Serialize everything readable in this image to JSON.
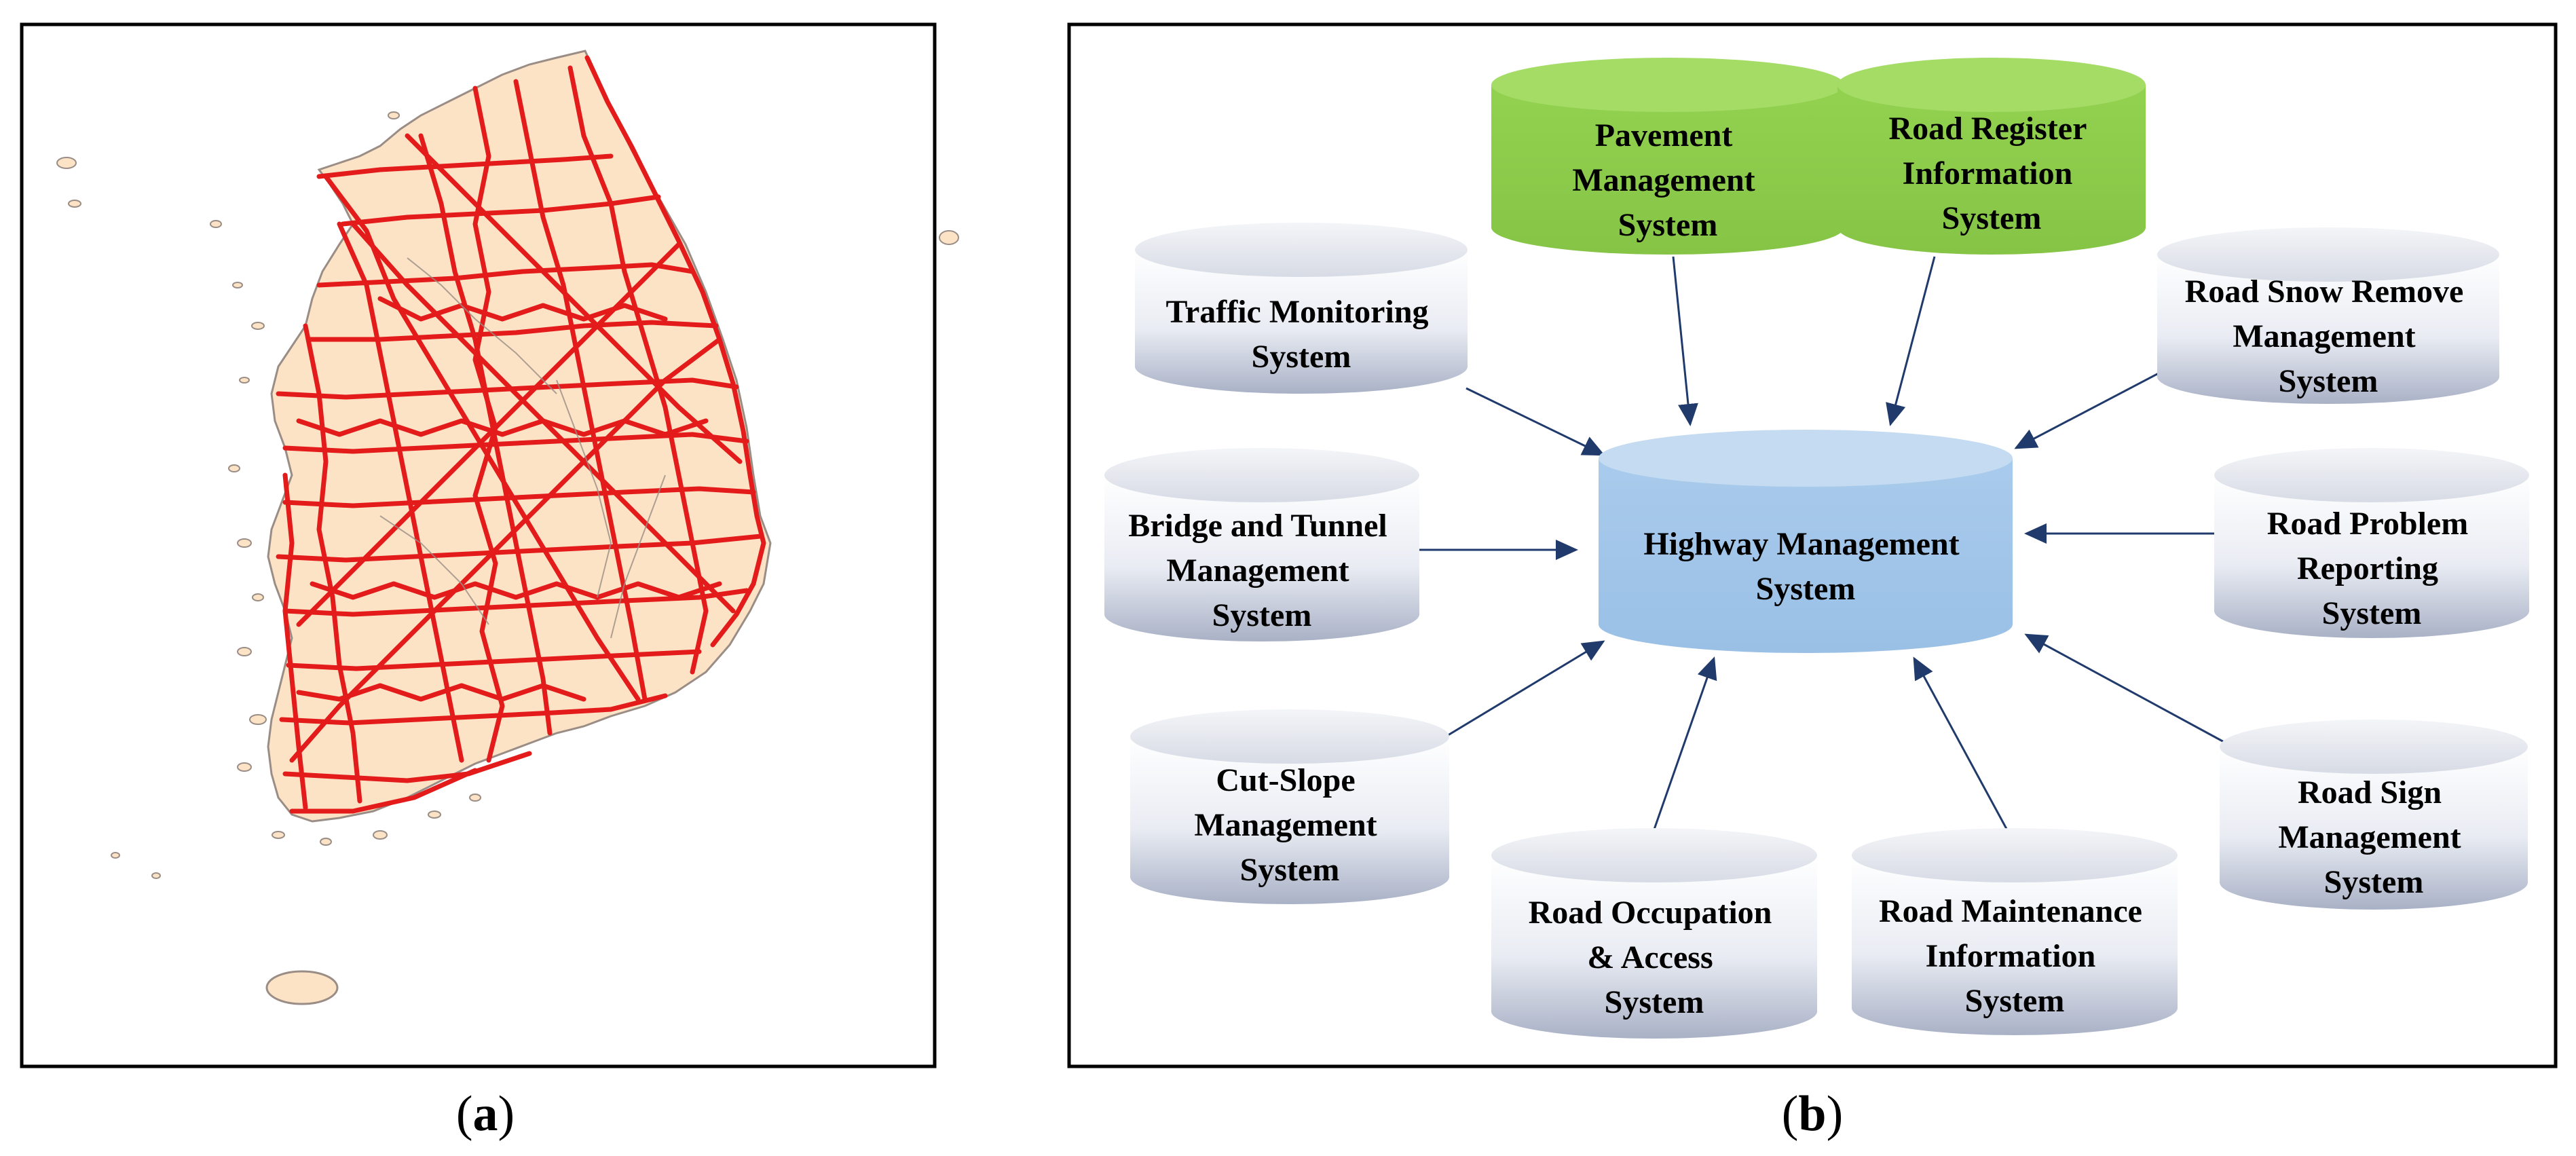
{
  "panel_a": {
    "caption_letter": "a",
    "colors": {
      "land": "#fde3c6",
      "roads": "#e31b1b",
      "coast": "#9a8d86"
    }
  },
  "panel_b": {
    "caption_letter": "b",
    "center": {
      "label_lines": [
        "Highway Management",
        "System"
      ],
      "color": "#a7c8ea"
    },
    "nodes": [
      {
        "id": "pavement",
        "label_lines": [
          "Pavement",
          "Management",
          "System"
        ],
        "style": "green"
      },
      {
        "id": "road-register",
        "label_lines": [
          "Road Register",
          "Information",
          "System"
        ],
        "style": "green"
      },
      {
        "id": "traffic-monitoring",
        "label_lines": [
          "Traffic Monitoring",
          "System"
        ],
        "style": "gray"
      },
      {
        "id": "road-snow-remove",
        "label_lines": [
          "Road Snow Remove",
          "Management",
          "System"
        ],
        "style": "gray"
      },
      {
        "id": "bridge-tunnel",
        "label_lines": [
          "Bridge and Tunnel",
          "Management",
          "System"
        ],
        "style": "gray"
      },
      {
        "id": "road-problem",
        "label_lines": [
          "Road Problem",
          "Reporting",
          "System"
        ],
        "style": "gray"
      },
      {
        "id": "cut-slope",
        "label_lines": [
          "Cut-Slope",
          "Management",
          "System"
        ],
        "style": "gray"
      },
      {
        "id": "road-sign",
        "label_lines": [
          "Road Sign",
          "Management",
          "System"
        ],
        "style": "gray"
      },
      {
        "id": "road-occupation",
        "label_lines": [
          "Road Occupation",
          "& Access",
          "System"
        ],
        "style": "gray"
      },
      {
        "id": "road-maintenance",
        "label_lines": [
          "Road Maintenance",
          "Information",
          "System"
        ],
        "style": "gray"
      }
    ],
    "colors": {
      "green": "#8fcf4a",
      "arrow": "#1f3a6b"
    }
  }
}
